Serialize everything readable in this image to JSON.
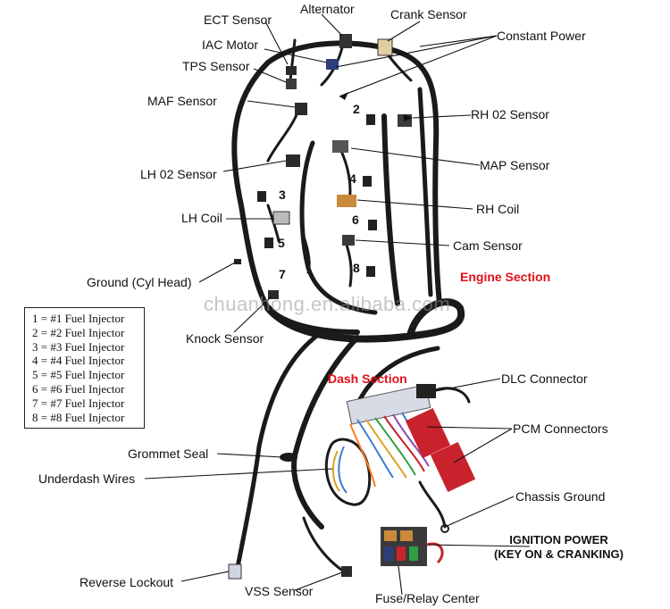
{
  "labels": {
    "ect_sensor": "ECT Sensor",
    "alternator": "Alternator",
    "crank_sensor": "Crank Sensor",
    "constant_power": "Constant Power",
    "iac_motor": "IAC Motor",
    "tps_sensor": "TPS Sensor",
    "maf_sensor": "MAF Sensor",
    "rh_o2_sensor": "RH 02 Sensor",
    "lh_o2_sensor": "LH 02 Sensor",
    "map_sensor": "MAP Sensor",
    "rh_coil": "RH Coil",
    "lh_coil": "LH Coil",
    "cam_sensor": "Cam Sensor",
    "ground_cyl_head": "Ground (Cyl Head)",
    "knock_sensor": "Knock Sensor",
    "dlc_connector": "DLC Connector",
    "pcm_connectors": "PCM Connectors",
    "grommet_seal": "Grommet Seal",
    "underdash_wires": "Underdash Wires",
    "chassis_ground": "Chassis Ground",
    "ignition_power_line1": "IGNITION POWER",
    "ignition_power_line2": "(KEY ON & CRANKING)",
    "reverse_lockout": "Reverse Lockout",
    "vss_sensor": "VSS Sensor",
    "fuse_relay_center": "Fuse/Relay Center"
  },
  "sections": {
    "engine": "Engine Section",
    "dash": "Dash Section"
  },
  "cylinder_numbers": [
    "2",
    "3",
    "4",
    "5",
    "6",
    "7",
    "8"
  ],
  "legend": [
    "1 = #1 Fuel Injector",
    "2 = #2 Fuel Injector",
    "3 = #3 Fuel Injector",
    "4 = #4 Fuel Injector",
    "5 = #5 Fuel Injector",
    "6 = #6 Fuel Injector",
    "7 = #7 Fuel Injector",
    "8 = #8 Fuel Injector"
  ],
  "watermark": "chuanhong.en.alibaba.com",
  "colors": {
    "harness": "#1a1a1a",
    "section_text": "#e0101a",
    "pcm_connector": "#c8232c",
    "fuse_box": "#3a3a3a",
    "leader_line": "#111111"
  }
}
